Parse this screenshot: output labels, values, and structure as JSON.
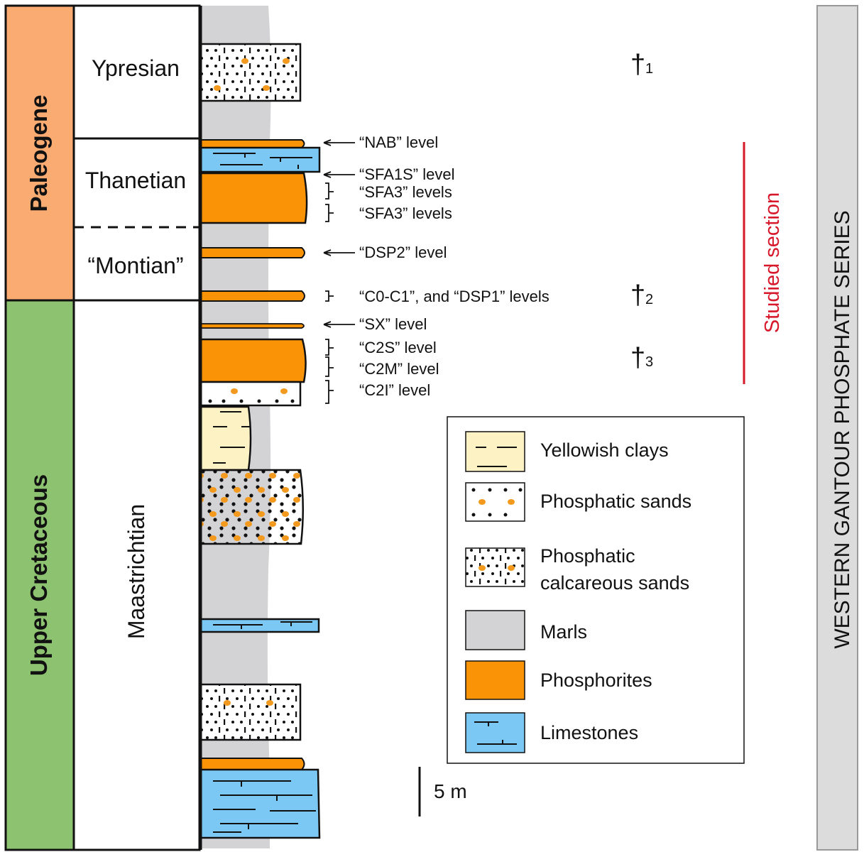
{
  "periods": [
    {
      "label": "Paleogene",
      "color": "#f9ab72"
    },
    {
      "label": "Upper Cretaceous",
      "color": "#8dc270"
    }
  ],
  "stages": [
    "Ypresian",
    "Thanetian",
    "“Montian”",
    "Maastrichtian"
  ],
  "levels": [
    {
      "label": "“NAB” level"
    },
    {
      "label": "“SFA1S” level"
    },
    {
      "label": "“SFA3” levels"
    },
    {
      "label": "“SFA3” levels"
    },
    {
      "label": "“DSP2” level"
    },
    {
      "label": "“C0-C1”, and “DSP1” levels"
    },
    {
      "label": "“SX” level"
    },
    {
      "label": "“C2S” level"
    },
    {
      "label": "“C2M” level"
    },
    {
      "label": "“C2I” level"
    }
  ],
  "extinctions": [
    {
      "symbol": "†",
      "sub": "1"
    },
    {
      "symbol": "†",
      "sub": "2"
    },
    {
      "symbol": "†",
      "sub": "3"
    }
  ],
  "studied_section": {
    "label": "Studied section",
    "color": "#d7182a"
  },
  "series_label": "WESTERN GANTOUR PHOSPHATE SERIES",
  "scale_label": "5 m",
  "legend": [
    {
      "label": "Yellowish clays",
      "pattern": "clay"
    },
    {
      "label": "Phosphatic sands",
      "pattern": "sand"
    },
    {
      "label": "Phosphatic",
      "label2": "calcareous sands",
      "pattern": "calcsand"
    },
    {
      "label": "Marls",
      "pattern": "marl"
    },
    {
      "label": "Phosphorites",
      "pattern": "phosphorite"
    },
    {
      "label": "Limestones",
      "pattern": "limestone"
    }
  ],
  "colors": {
    "marl": "#d3d3d5",
    "phosphorite": "#fa9306",
    "limestone": "#7cc8f4",
    "clay": "#fdf2c3",
    "grain": "#f39a1e",
    "series_panel": "#dcdcdc"
  }
}
